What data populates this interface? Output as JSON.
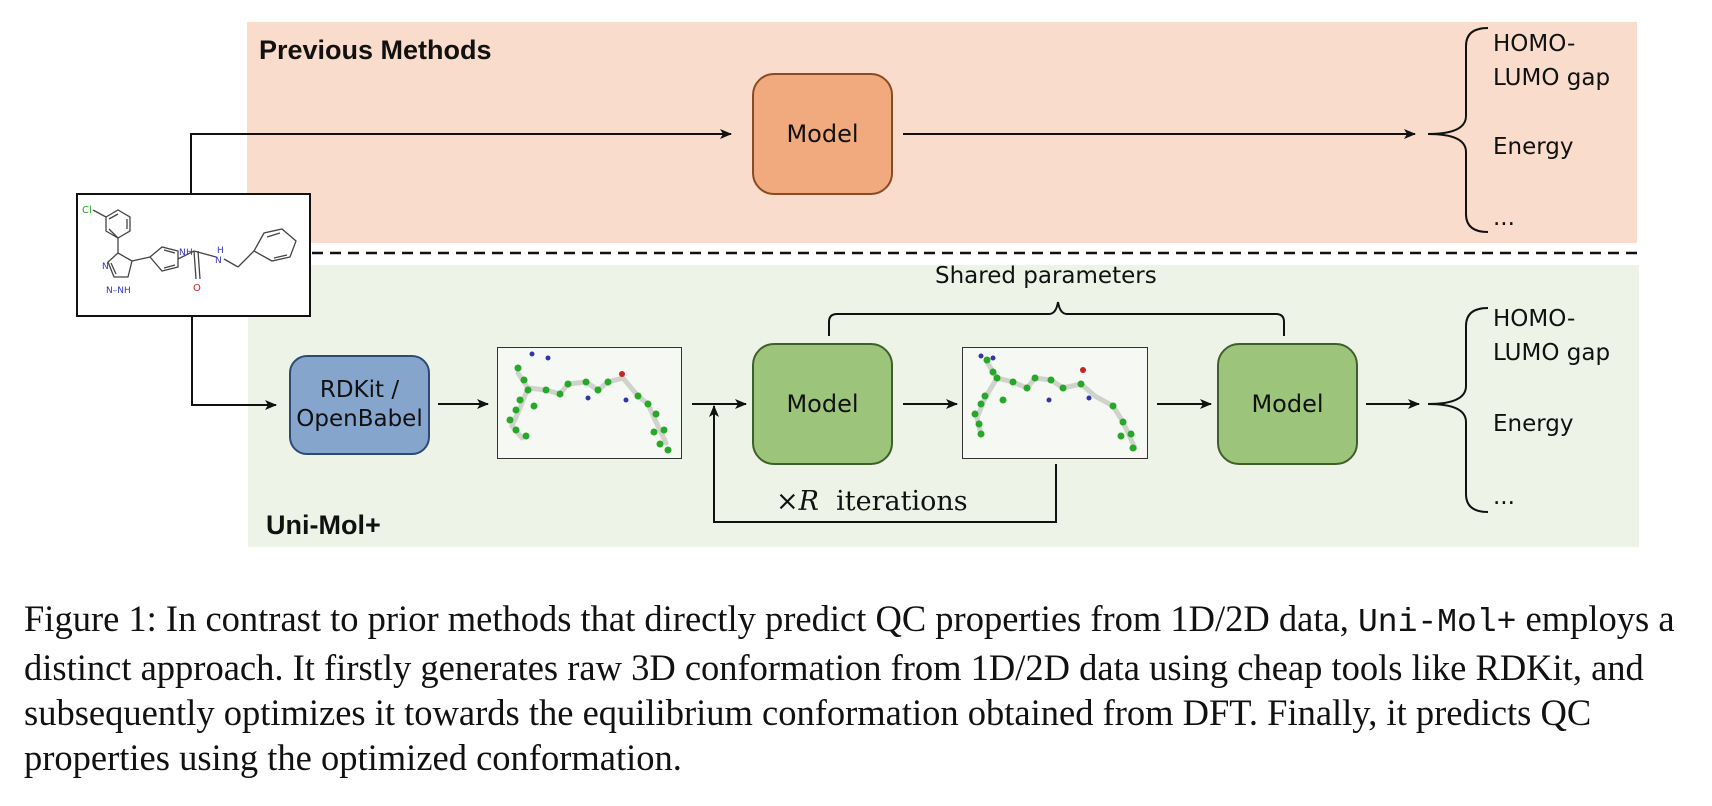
{
  "sections": {
    "previous_title": "Previous Methods",
    "unimol_title": "Uni-Mol+"
  },
  "boxes": {
    "prev_model": "Model",
    "rdkit": "RDKit /\nOpenBabel",
    "model_1": "Model",
    "model_2": "Model"
  },
  "labels": {
    "shared": "Shared parameters",
    "iter_prefix": "×",
    "iter_var": "R",
    "iter_suffix": "iterations"
  },
  "outputs_prev": [
    "HOMO-",
    "LUMO gap",
    "Energy",
    "..."
  ],
  "outputs_uni": [
    "HOMO-",
    "LUMO gap",
    "Energy",
    "..."
  ],
  "molecule_atoms": {
    "chlorine": "Cl",
    "nh_pyrrole": "H",
    "nh_amide": "H",
    "n_pyrazole": "N",
    "nh_pyrazole": "N–NH"
  },
  "caption": {
    "part1": "Figure 1: In contrast to prior methods that directly predict QC properties from 1D/2D data, ",
    "code": "Uni-Mol+",
    "part2": " employs a distinct approach. It firstly generates raw 3D conformation from 1D/2D data using cheap tools like RDKit, and subsequently optimizes it towards the equilibrium conformation obtained from DFT. Finally, it predicts QC properties using the optimized conformation."
  },
  "colors": {
    "prev_panel": "#f9dccb",
    "uni_panel": "#edf4e7",
    "orange_box": "#f1aa7d",
    "green_box": "#9dc47b",
    "blue_box": "#85a5cc"
  }
}
